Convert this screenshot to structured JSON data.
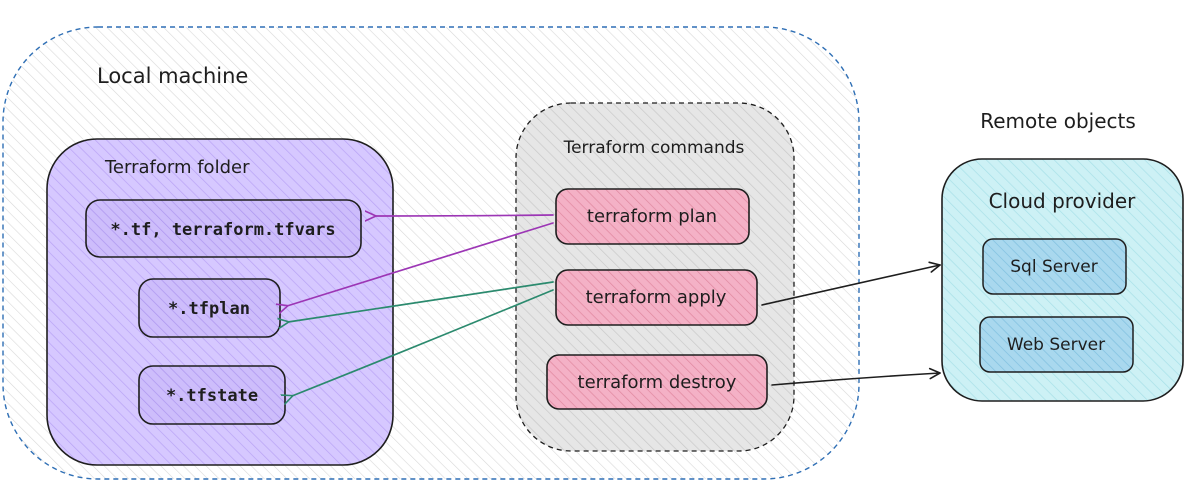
{
  "local_machine": {
    "label": "Local machine"
  },
  "terraform_folder": {
    "label": "Terraform folder",
    "files": [
      {
        "label": "*.tf, terraform.tfvars"
      },
      {
        "label": "*.tfplan"
      },
      {
        "label": "*.tfstate"
      }
    ]
  },
  "terraform_commands": {
    "label": "Terraform commands",
    "commands": [
      {
        "label": "terraform plan"
      },
      {
        "label": "terraform apply"
      },
      {
        "label": "terraform destroy"
      }
    ]
  },
  "remote_objects": {
    "label": "Remote objects"
  },
  "cloud_provider": {
    "label": "Cloud provider",
    "services": [
      {
        "label": "Sql Server"
      },
      {
        "label": "Web Server"
      }
    ]
  },
  "colors": {
    "local_border": "#2f6fb5",
    "folder_fill": "#d0bfff",
    "file_fill": "#c7b7fb",
    "commands_fill": "#e3e3e3",
    "command_fill": "#f2a7bf",
    "cloud_fill": "#c5eef3",
    "service_fill": "#9fd3ea",
    "arrow_purple": "#9c36b5",
    "arrow_teal": "#2b8a6e",
    "arrow_black": "#1e1e1e"
  }
}
